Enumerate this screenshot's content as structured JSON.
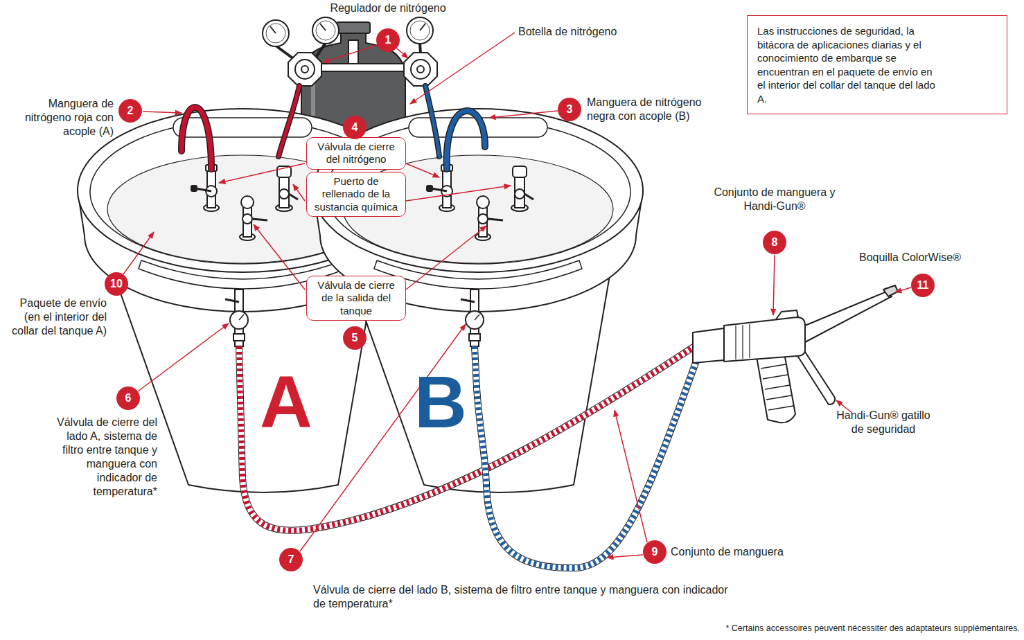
{
  "diagram": {
    "nodes": [
      {
        "text": [
          "Las instrucciones de seguridad, la bitácora de aplicaciones diarias y el conocimiento de embarque se encuentran en el paquete de envío en el interior del collar del tanque del lado A."
        ]
      },
      {
        "text": [
          "1"
        ]
      },
      {
        "text": [
          "2"
        ]
      },
      {
        "text": [
          "3"
        ]
      },
      {
        "text": [
          "4"
        ]
      },
      {
        "text": [
          "Válvula de cierre del nitrógeno"
        ]
      },
      {
        "text": [
          "Puerto de rellenado de la sustancia química"
        ]
      },
      {
        "text": [
          "8"
        ]
      },
      {
        "text": [
          "10"
        ]
      },
      {
        "text": [
          "11"
        ]
      },
      {
        "text": [
          "Válvula de cierre de la salida del tanque"
        ]
      },
      {
        "text": [
          "5"
        ]
      },
      {
        "text": [
          "6"
        ]
      },
      {
        "text": [
          "7"
        ]
      },
      {
        "text": [
          "9"
        ]
      }
    ],
    "labels": [
      "Regulador de nitrógeno",
      "Botella de nitrógeno",
      "Manguera de nitrógeno roja con acople (A)",
      "Manguera de nitrógeno negra con acople (B)",
      "Conjunto de manguera y Handi-Gun®",
      "Boquilla ColorWise®",
      "Paquete de envío (en el interior del collar del tanque A)",
      "A",
      "B",
      "Handi-Gun® gatillo de seguridad",
      "Válvula de cierre del lado A, sistema de filtro entre tanque y manguera con indicador de temperatura*",
      "Conjunto de manguera",
      "Válvula de cierre del lado B, sistema de filtro entre tanque y manguera con indicador de temperatura*",
      "* Certains accessoires peuvent nécessiter des adaptateurs supplémentaires."
    ]
  }
}
